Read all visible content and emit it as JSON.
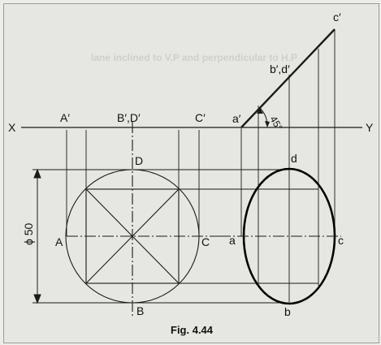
{
  "figure": {
    "caption": "Fig. 4.44",
    "background_text": "lane inclined to V.P and perpendicular to H.P"
  },
  "reference_line": {
    "left_label": "X",
    "right_label": "Y"
  },
  "top_view_labels": {
    "A_prime": "A′",
    "BD_prime": "B′,D′",
    "C_prime": "C′",
    "A": "A",
    "B": "B",
    "C": "C",
    "D": "D"
  },
  "dimension": {
    "label": "ϕ 50"
  },
  "front_view_labels": {
    "a_prime": "a′",
    "bd_prime": "b′,d′",
    "c_prime": "c′",
    "angle": "45°",
    "a": "a",
    "b": "b",
    "c": "c",
    "d": "d"
  },
  "colors": {
    "line": "#1a1a1a",
    "ellipse": "#000000",
    "paper": "#e6e6e3",
    "faint_text": "#c9c9c6"
  }
}
